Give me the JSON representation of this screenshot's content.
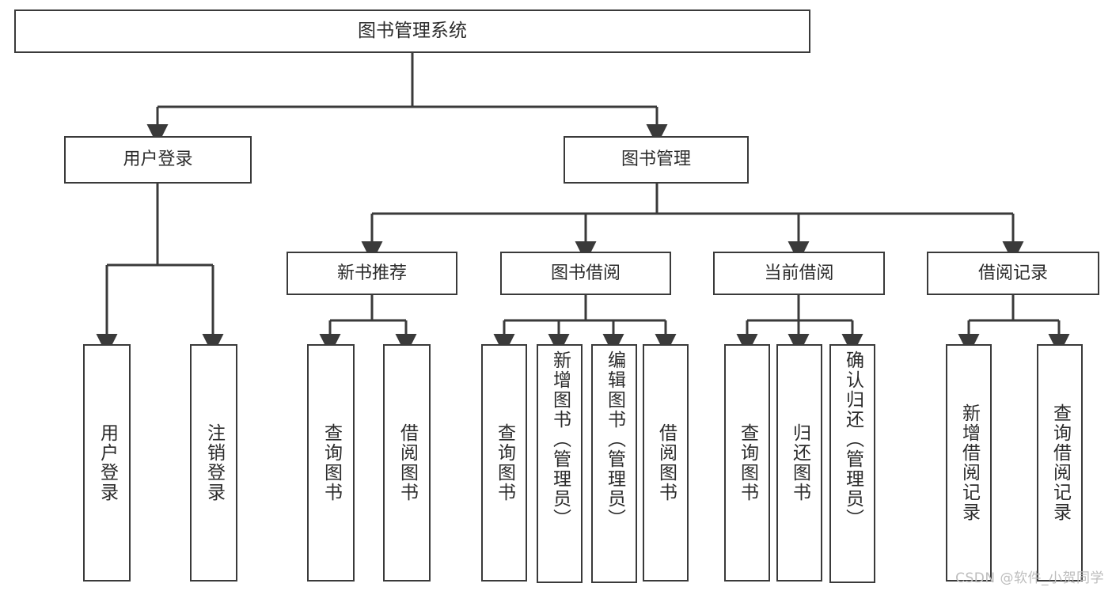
{
  "diagram": {
    "title": "图书管理系统",
    "type": "tree-hierarchy",
    "background_color": "#ffffff",
    "line_color": "#3a3a3a",
    "text_color": "#2b2b2b",
    "root": {
      "label": "图书管理系统"
    },
    "level1": [
      {
        "label": "用户登录"
      },
      {
        "label": "图书管理"
      }
    ],
    "level2": [
      {
        "label": "新书推荐"
      },
      {
        "label": "图书借阅"
      },
      {
        "label": "当前借阅"
      },
      {
        "label": "借阅记录"
      }
    ],
    "leaves": {
      "user_login": [
        {
          "label": "用户登录"
        },
        {
          "label": "注销登录"
        }
      ],
      "new_book": [
        {
          "label": "查询图书"
        },
        {
          "label": "借阅图书"
        }
      ],
      "borrow": [
        {
          "label": "查询图书"
        },
        {
          "label": "新增图书（管理员）"
        },
        {
          "label": "编辑图书（管理员）"
        },
        {
          "label": "借阅图书"
        }
      ],
      "current": [
        {
          "label": "查询图书"
        },
        {
          "label": "归还图书"
        },
        {
          "label": "确认归还（管理员）"
        }
      ],
      "records": [
        {
          "label": "新增借阅记录"
        },
        {
          "label": "查询借阅记录"
        }
      ]
    }
  },
  "watermark": {
    "text": "CSDN @软件_小贺同学"
  }
}
